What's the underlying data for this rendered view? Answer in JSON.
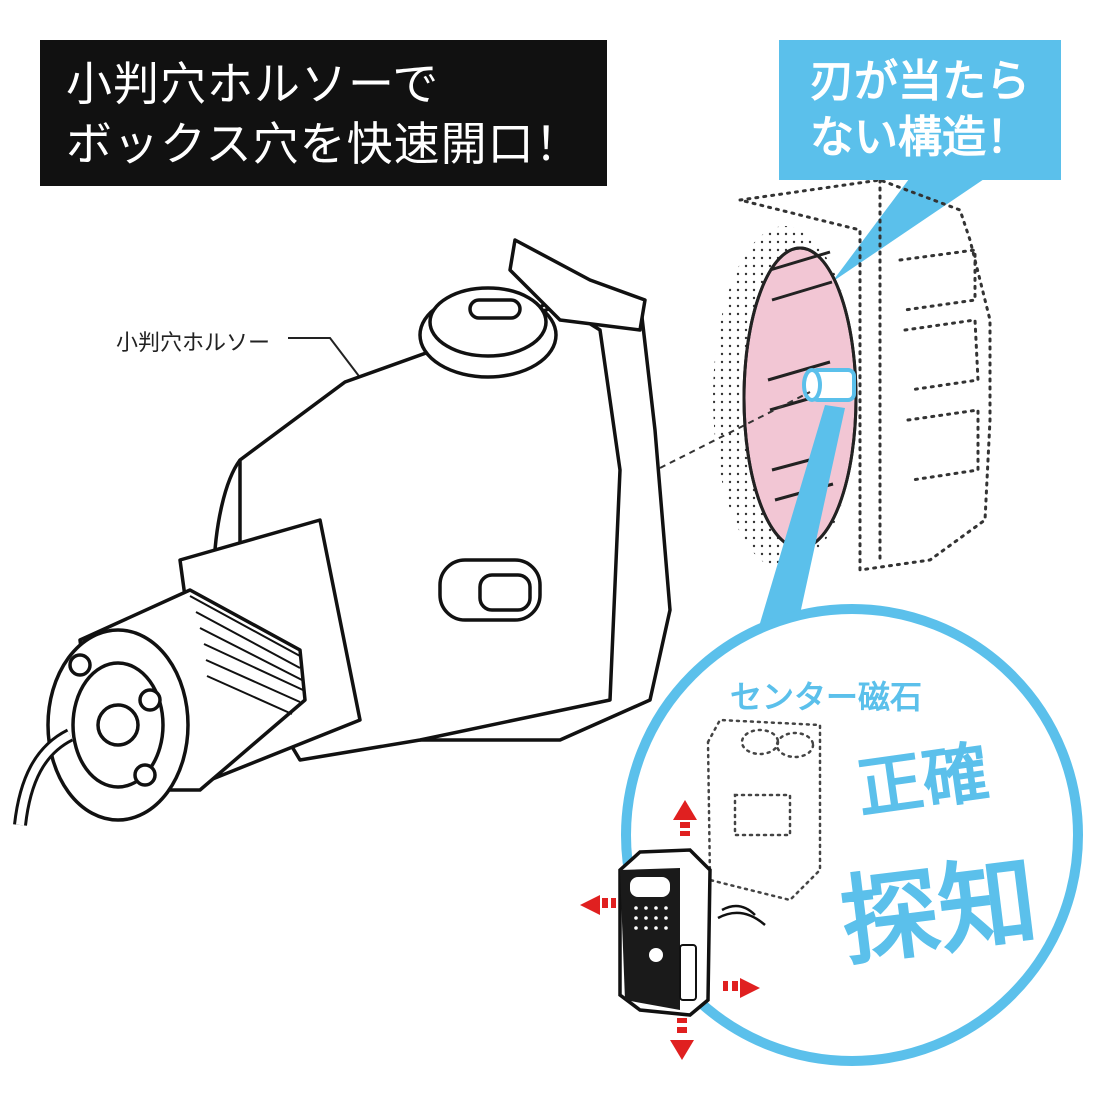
{
  "headline": {
    "line1": "小判穴ホルソーで",
    "line2": "ボックス穴を快速開口！"
  },
  "callout": {
    "line1": "刃が当たら",
    "line2": "ない構造！"
  },
  "tool_label": "小判穴ホルソー",
  "magnifier": {
    "title": "センター磁石",
    "word1": "正確",
    "word2": "探知"
  },
  "colors": {
    "accent_blue": "#5bc0eb",
    "box_pink": "#f2c6d4",
    "arrow_red": "#e02020",
    "title_bg": "#111111"
  }
}
